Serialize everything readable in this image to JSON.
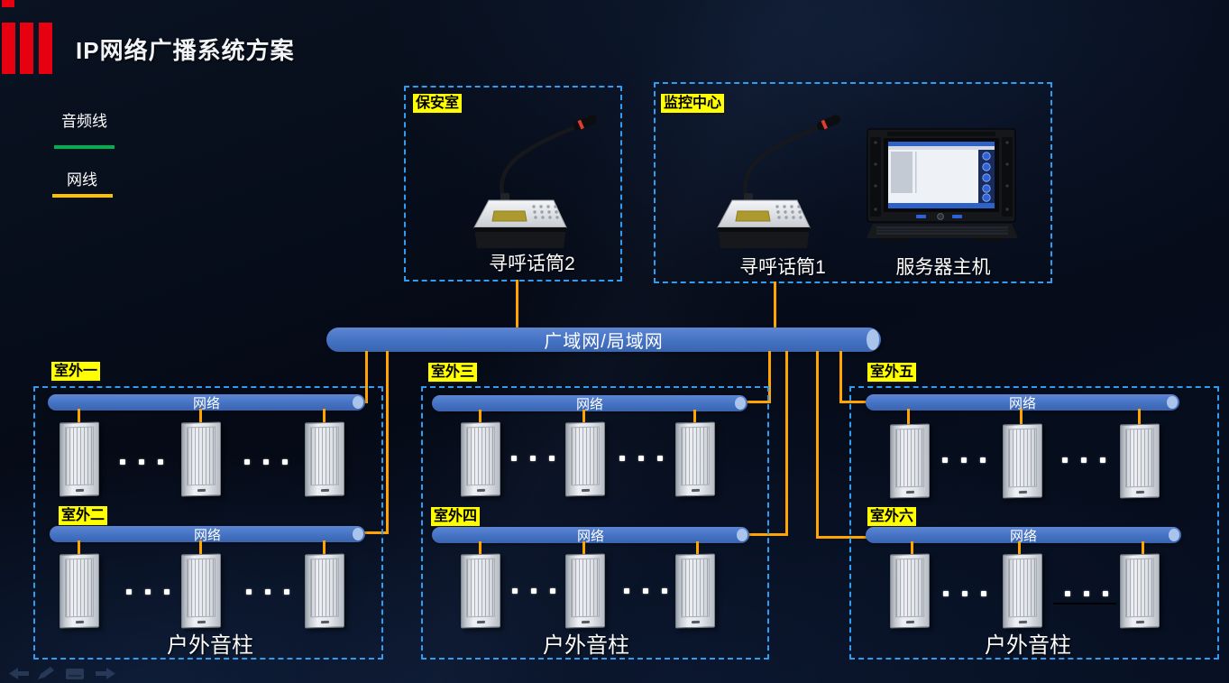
{
  "slide": {
    "title": "IP网络广播系统方案"
  },
  "legend": {
    "audio": "音频线",
    "network": "网线"
  },
  "rooms": {
    "security": {
      "label": "保安室",
      "mic_caption": "寻呼话筒2"
    },
    "monitor": {
      "label": "监控中心",
      "mic_caption": "寻呼话筒1",
      "server_caption": "服务器主机"
    }
  },
  "backbone": {
    "label": "广域网/局域网"
  },
  "zones": [
    {
      "label": "室外一"
    },
    {
      "label": "室外二"
    },
    {
      "label": "室外三"
    },
    {
      "label": "室外四"
    },
    {
      "label": "室外五"
    },
    {
      "label": "室外六"
    }
  ],
  "bus_label": "网络",
  "speaker_caption": "户外音柱",
  "icons": [
    "previous-slide-arrow",
    "annotate-pen",
    "slide-panel",
    "next-slide-arrow"
  ],
  "colors": {
    "accent_red": "#e7000f",
    "audio_line_green": "#00b050",
    "network_line_yellow": "#ffc000",
    "cable_orange": "#ffa400",
    "bus_blue": "#4472c4",
    "box_border_blue": "#2f9df2",
    "tag_yellow": "#ffff00"
  }
}
